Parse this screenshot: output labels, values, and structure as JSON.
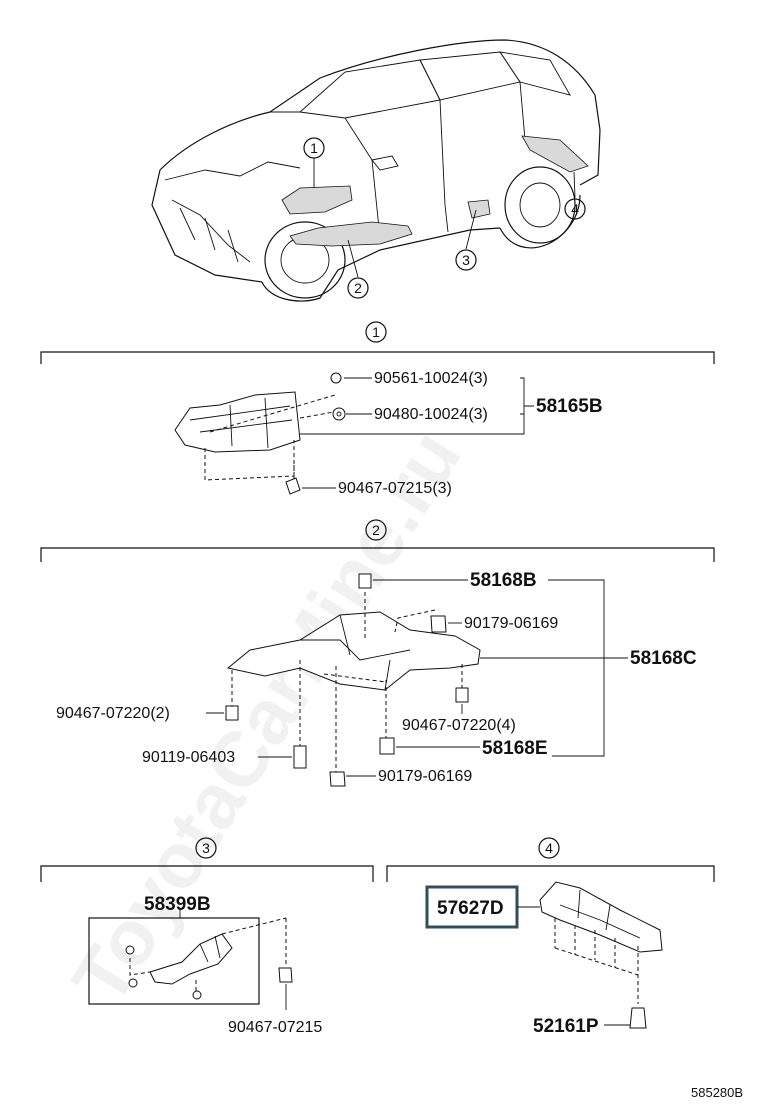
{
  "watermark": "ToyotaCarMine.ru",
  "overview": {
    "callouts": [
      "1",
      "2",
      "3",
      "4"
    ]
  },
  "section1": {
    "callout": "1",
    "parts": {
      "p1": "90561-10024(3)",
      "p2": "90480-10024(3)",
      "p3": "90467-07215(3)",
      "assembly": "58165B"
    }
  },
  "section2": {
    "callout": "2",
    "parts": {
      "p1": "58168B",
      "p2": "90179-06169",
      "p3": "58168C",
      "p4": "90467-07220(2)",
      "p5": "90467-07220(4)",
      "p6": "90119-06403",
      "p7": "58168E",
      "p8": "90179-06169"
    }
  },
  "section3": {
    "callout": "3",
    "parts": {
      "assembly": "58399B",
      "p1": "90467-07215"
    }
  },
  "section4": {
    "callout": "4",
    "parts": {
      "highlighted": "57627D",
      "p1": "52161P"
    }
  },
  "diagram_code": "585280B",
  "colors": {
    "ink": "#111111",
    "highlight_border": "#2f4f5f",
    "watermark": "#bdbdbd"
  }
}
